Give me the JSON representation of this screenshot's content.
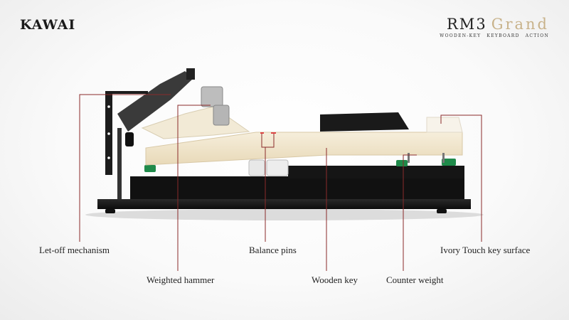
{
  "brand": "KAWAI",
  "product": {
    "model": "RM3",
    "name": "Grand",
    "subtitle": [
      "WOODEN-KEY",
      "KEYBOARD",
      "ACTION"
    ]
  },
  "colors": {
    "leader_line": "#8a2a2a",
    "accent_gold": "#c8b28a",
    "key_wood": "#f1e6cf",
    "felt_green": "#1f8a4a"
  },
  "labels": {
    "let_off": "Let-off mechanism",
    "hammer": "Weighted hammer",
    "balance_pins": "Balance pins",
    "wooden_key": "Wooden key",
    "counter_weight": "Counter weight",
    "ivory": "Ivory Touch key surface"
  }
}
